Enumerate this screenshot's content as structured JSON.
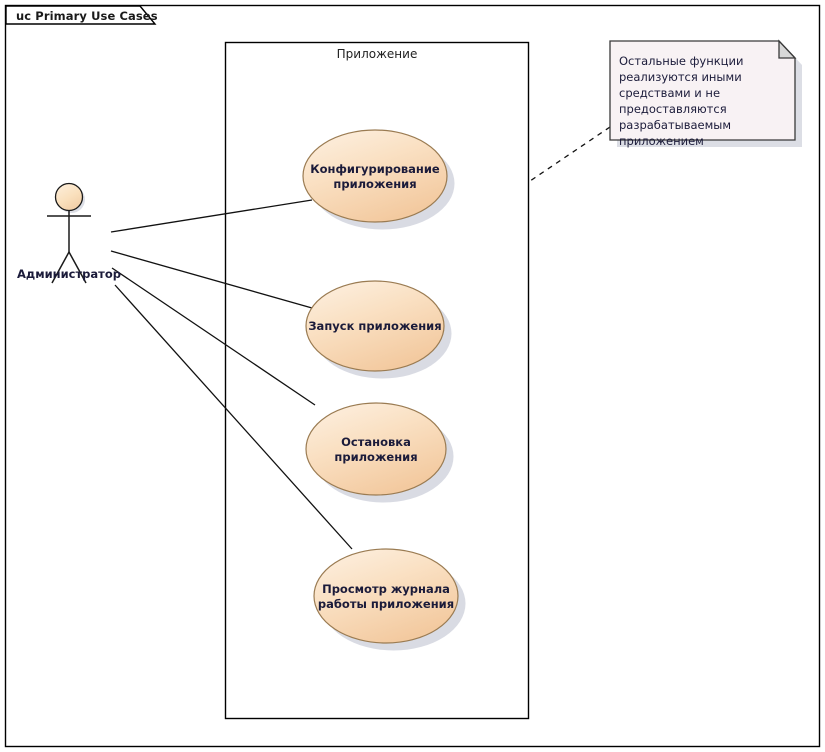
{
  "diagram": {
    "frame_title": "uc Primary Use Cases",
    "boundary_label": "Приложение",
    "note": {
      "text": "Остальные функции реализуются иными средствами и не предоставляются разрабатываемым приложением"
    },
    "actors": [
      {
        "name": "Администратор"
      }
    ],
    "use_cases": [
      {
        "line1": "Конфигурирование",
        "line2": "приложения"
      },
      {
        "line1": "Запуск приложения",
        "line2": ""
      },
      {
        "line1": "Остановка",
        "line2": "приложения"
      },
      {
        "line1": "Просмотр журнала",
        "line2": "работы приложения"
      }
    ],
    "colors": {
      "use_case_fill_light": "#fdf0e0",
      "use_case_fill_dark": "#f5cfa0",
      "use_case_stroke": "#9a7b52",
      "actor_head_fill": "#fae3c2",
      "actor_stroke": "#1a1a1a",
      "note_fill": "#f8f2f4",
      "note_stroke": "#3a3a3a",
      "note_fold_fill": "#d8d8d8",
      "boundary_stroke": "#000000",
      "frame_stroke": "#000000",
      "shadow": "#b9bdcc"
    }
  }
}
